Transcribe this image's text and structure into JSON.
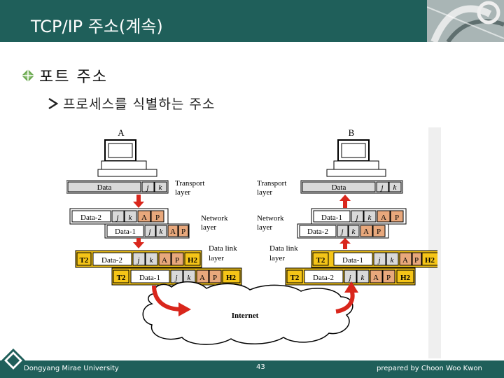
{
  "slide": {
    "title": "TCP/IP 주소(계속)",
    "bullet1": "포트 주소",
    "bullet2": "프로세스를 식별하는 주소"
  },
  "figure": {
    "host_a": "A",
    "host_b": "B",
    "left": {
      "transport_data": "Data",
      "network_data_1": "Data-2",
      "network_data_2": "Data-1",
      "link_data_1": "Data-2",
      "link_data_2": "Data-1"
    },
    "right": {
      "transport_data": "Data",
      "network_data_1": "Data-1",
      "network_data_2": "Data-2",
      "link_data_1": "Data-1",
      "link_data_2": "Data-2"
    },
    "j": "j",
    "k": "k",
    "A": "A",
    "P": "P",
    "T2": "T2",
    "H2": "H2",
    "layer_labels": {
      "transport_1": "Transport",
      "transport_2": "layer",
      "network_1": "Network",
      "network_2": "layer",
      "datalink_1": "Data link",
      "datalink_2": "layer"
    },
    "internet": "Internet"
  },
  "footer": {
    "university": "Dongyang Mirae University",
    "page": "43",
    "author": "prepared by Choon Woo Kwon"
  },
  "colors": {
    "header": "#1f5f5a",
    "yellow": "#f5c518",
    "orange": "#e8a87c",
    "red_arrow": "#d9261c",
    "box_grey": "#d9d9d9"
  }
}
